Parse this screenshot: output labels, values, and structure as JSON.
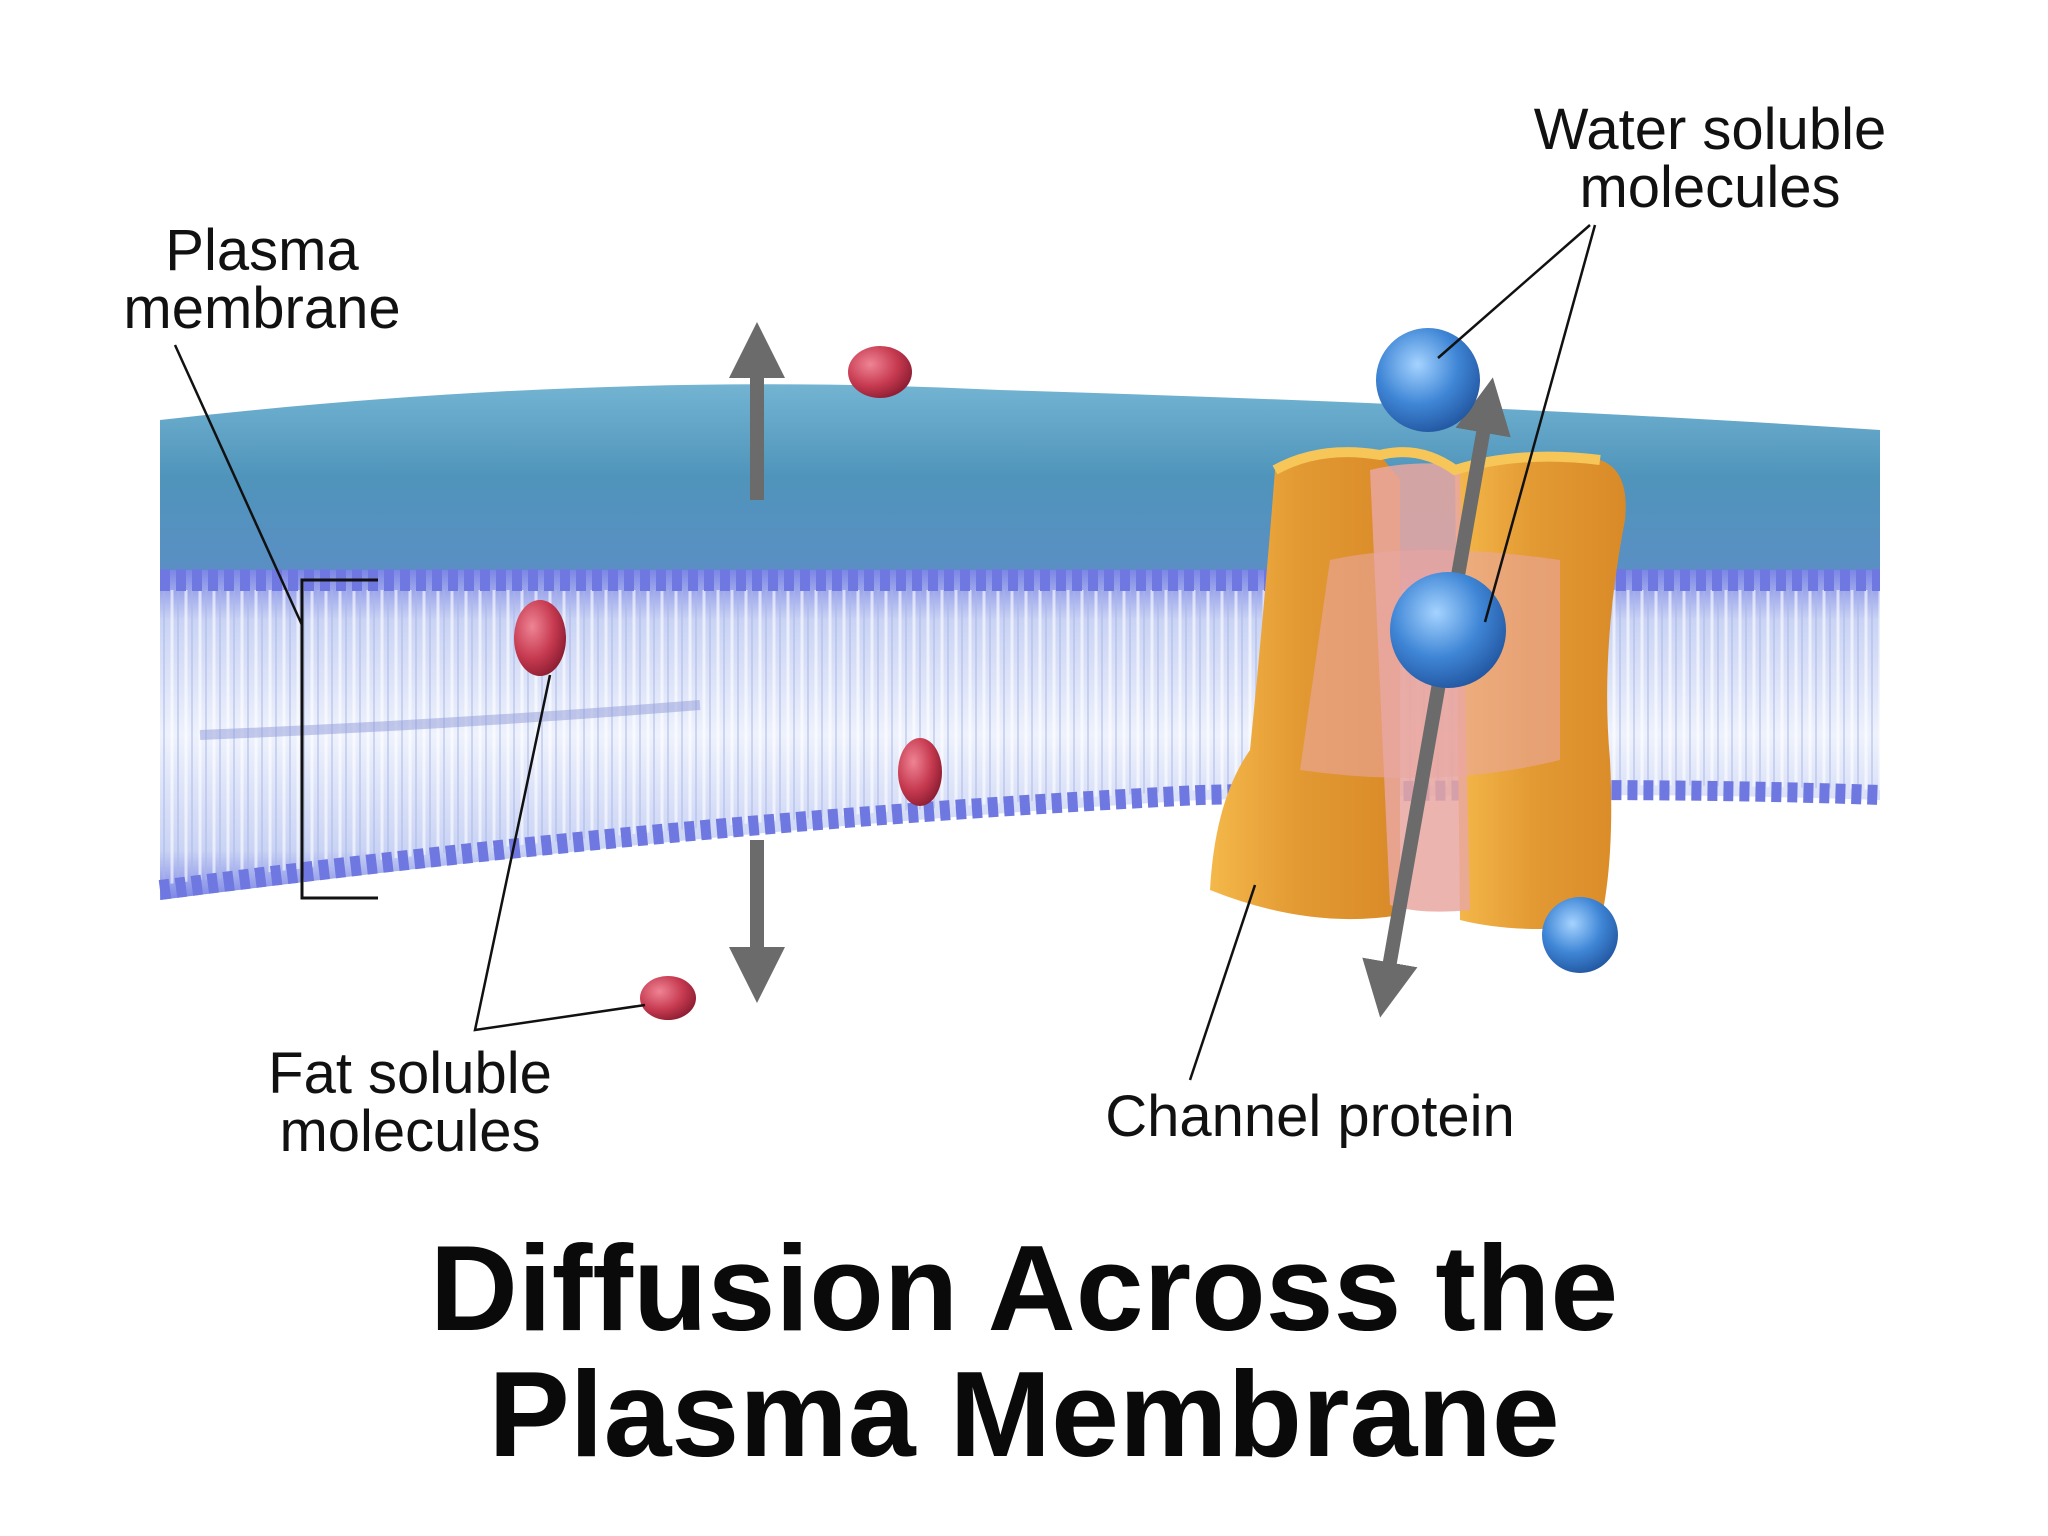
{
  "labels": {
    "plasma_membrane": [
      "Plasma",
      "membrane"
    ],
    "water_soluble": [
      "Water soluble",
      "molecules"
    ],
    "fat_soluble": [
      "Fat soluble",
      "molecules"
    ],
    "channel_protein": "Channel protein"
  },
  "title": [
    "Diffusion Across the",
    "Plasma Membrane"
  ],
  "colors": {
    "extracellular_fluid": "#5a9cc0",
    "lipid_heads": "#6f78e0",
    "lipid_tails": "#dde6f8",
    "channel_protein": "#e8a43a",
    "channel_pore": "#e9a7a0",
    "fat_soluble_molecule": "#c33a4e",
    "water_soluble_molecule": "#3f86d6",
    "arrow": "#6b6b6b",
    "leader_line": "#111111"
  }
}
